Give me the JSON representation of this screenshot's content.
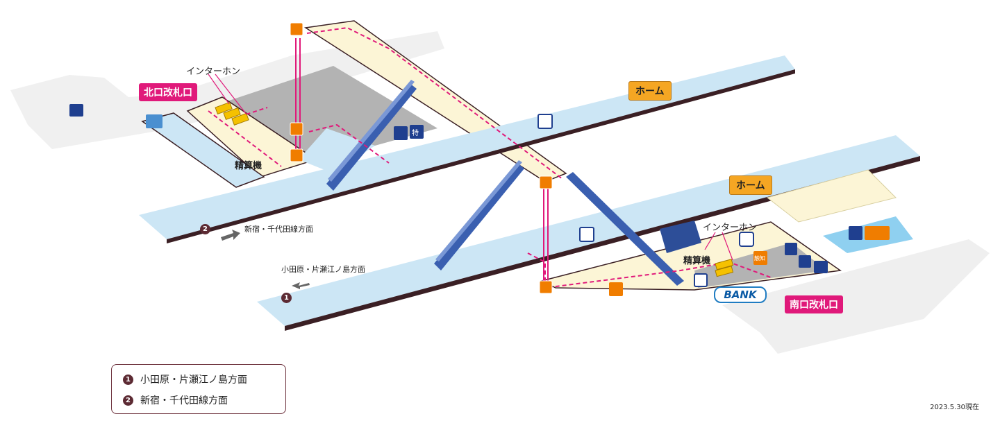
{
  "gates": {
    "north": "北口改札口",
    "south": "南口改札口"
  },
  "platform_label": "ホーム",
  "intercom": "インターホン",
  "fare_machine": "精算機",
  "direction_2": "新宿・千代田線方面",
  "direction_1": "小田原・片瀬江ノ島方面",
  "num_1": "1",
  "num_2": "2",
  "bank_label": "BANK",
  "legend": [
    {
      "num": "1",
      "text": "小田原・片瀬江ノ島方面"
    },
    {
      "num": "2",
      "text": "新宿・千代田線方面"
    }
  ],
  "date": "2023.5.30現在",
  "icon_labels": {
    "limited_express": "特",
    "notice": "触知"
  },
  "colors": {
    "platform": "#cce6f5",
    "platform_edge": "#3a1f24",
    "concourse": "#fcf5d6",
    "floor_gray": "#b5b5b5",
    "accent_pink": "#e0197a",
    "accent_orange": "#f5a623",
    "stairs_blue": "#3a5fb0"
  }
}
